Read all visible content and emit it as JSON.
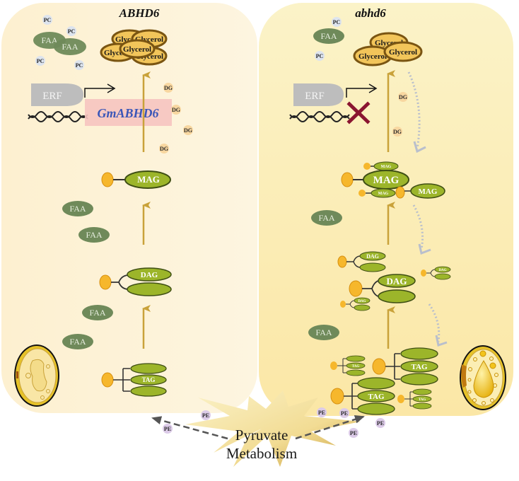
{
  "panels": {
    "left": {
      "title": "ABHD6",
      "gene_label": "GmABHD6",
      "regulator": "ERF",
      "glycerol": [
        "Glycerol",
        "Glycerol",
        "Glycerol",
        "Glycerol",
        "Glycerol"
      ],
      "pc": [
        "PC",
        "PC",
        "PC",
        "PC"
      ],
      "faa_top": [
        "FAA",
        "FAA"
      ],
      "faa_side": [
        "FAA",
        "FAA",
        "FAA",
        "FAA"
      ],
      "dg": [
        "DG",
        "DG",
        "DG",
        "DG"
      ],
      "lipids": {
        "mag": "MAG",
        "dag": "DAG",
        "tag": "TAG"
      },
      "seed": "seed-with-starch"
    },
    "right": {
      "title": "abhd6",
      "regulator": "ERF",
      "blocked_mark": "X",
      "glycerol": [
        "Glycerol",
        "Glycerol",
        "Glycerol"
      ],
      "pc": [
        "PC",
        "PC"
      ],
      "faa_top": [
        "FAA"
      ],
      "faa_side": [
        "FAA",
        "FAA"
      ],
      "dg": [
        "DG",
        "DG"
      ],
      "lipids": {
        "mag": [
          "MAG",
          "MAG",
          "MAG",
          "MAG"
        ],
        "dag": [
          "DAG",
          "DAG",
          "DAG",
          "DAG"
        ],
        "tag": [
          "TAG",
          "TAG",
          "TAG",
          "TAG"
        ]
      },
      "seed": "seed-with-oil-droplet"
    }
  },
  "bottom": {
    "source_line1": "Pyruvate",
    "source_line2": "Metabolism",
    "pe": [
      "PE",
      "PE",
      "PE",
      "PE",
      "PE",
      "PE"
    ]
  },
  "colors": {
    "left_bg": "#fdf3d8",
    "right_bg": "#fbefb8",
    "lipid_green": "#9cb52a",
    "faa_green": "#6f8a5a",
    "head_orange": "#f6b72c",
    "arrow_gold": "#c9a23a",
    "glycerol_fill": "#f2c55a",
    "glycerol_stroke": "#7a5512",
    "gene_box": "#f6c4c0",
    "gene_text": "#3a56b8",
    "block_x": "#8a1530",
    "pc_bubble": "#dde4ee",
    "pe_bubble": "#dccbe8",
    "dg_bubble": "#f8d7a0"
  }
}
